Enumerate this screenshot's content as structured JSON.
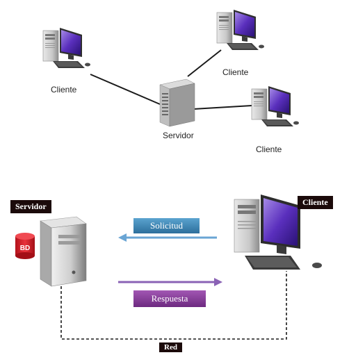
{
  "top_diagram": {
    "nodes": [
      {
        "id": "client-left",
        "label": "Cliente"
      },
      {
        "id": "client-top-right",
        "label": "Cliente"
      },
      {
        "id": "client-right",
        "label": "Cliente"
      },
      {
        "id": "server",
        "label": "Servidor"
      }
    ]
  },
  "bottom_diagram": {
    "server_tag": "Servidor",
    "client_tag": "Cliente",
    "database_label": "BD",
    "request_label": "Solicitud",
    "response_label": "Respuesta",
    "network_label": "Red"
  },
  "colors": {
    "line": "#1a1a1a",
    "request_box": "#3a86b5",
    "request_arrow": "#6aa5d4",
    "response_box": "#8a3c9c",
    "response_arrow": "#8a62b5",
    "database": "#d9202a",
    "tag_bg": "#1b0a0a",
    "monitor_screen": "#6a3cc4"
  }
}
